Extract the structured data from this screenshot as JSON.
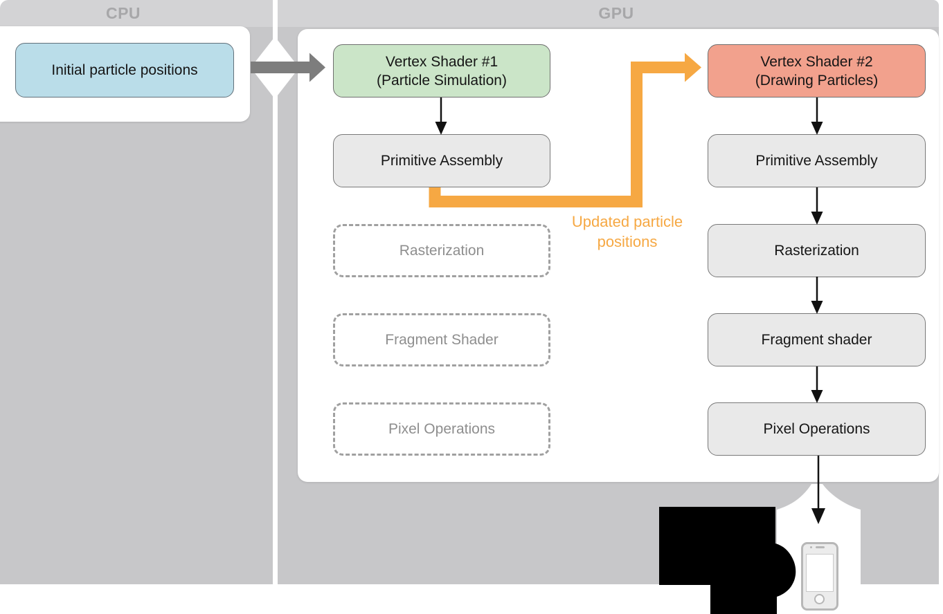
{
  "header": {
    "cpu_label": "CPU",
    "gpu_label": "GPU"
  },
  "cpu_panel": {
    "initial_box": "Initial particle positions"
  },
  "gpu_panel": {
    "left_column": [
      {
        "line1": "Vertex Shader #1",
        "line2": "(Particle Simulation)"
      },
      {
        "line1": "Primitive Assembly"
      },
      {
        "line1": "Rasterization"
      },
      {
        "line1": "Fragment Shader"
      },
      {
        "line1": "Pixel Operations"
      }
    ],
    "right_column": [
      {
        "line1": "Vertex Shader #2",
        "line2": "(Drawing Particles)"
      },
      {
        "line1": "Primitive Assembly"
      },
      {
        "line1": "Rasterization"
      },
      {
        "line1": "Fragment shader"
      },
      {
        "line1": "Pixel Operations"
      }
    ]
  },
  "annotations": {
    "updated_particles_line1": "Updated particle",
    "updated_particles_line2": "positions"
  },
  "icons": {
    "device": "iphone-icon"
  },
  "colors": {
    "background_gray": "#C7C7C9",
    "header_band_gray": "#D3D3D5",
    "zone_label_gray": "#A7A7A9",
    "cpu_box_blue": "#BADDE9",
    "vertex1_green": "#CBE5C8",
    "vertex2_salmon": "#F2A18D",
    "stage_box_gray": "#E9E9E9",
    "dashed_gray": "#A0A0A0",
    "feedback_orange": "#F6A843",
    "cpu_gpu_arrow_gray": "#7D7D7D",
    "flow_arrow_black": "#111111"
  }
}
